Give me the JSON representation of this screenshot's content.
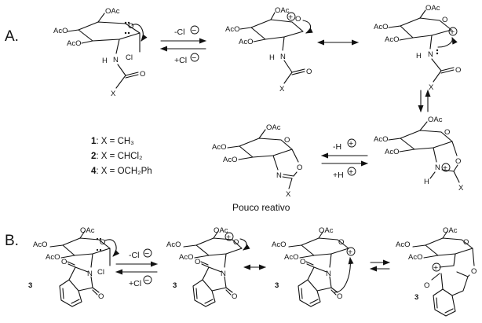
{
  "sections": {
    "a": "A.",
    "b": "B."
  },
  "labels": {
    "oac": "OAc",
    "aco": "AcO",
    "h": "H",
    "n": "N",
    "o": "O",
    "cl": "Cl",
    "x": "X"
  },
  "conditions": {
    "minus_cl": "-Cl",
    "plus_cl": "+Cl",
    "minus_h": "-H",
    "plus_h": "+H"
  },
  "charges": {
    "minus": "−",
    "plus": "+"
  },
  "legend": {
    "items": [
      {
        "num": "1",
        "rest": ": X = CH₃"
      },
      {
        "num": "2",
        "rest": ": X = CHCl₂"
      },
      {
        "num": "4",
        "rest": ": X = OCH₂Ph"
      }
    ]
  },
  "caption": "Pouco reativo",
  "compound_label": "3"
}
